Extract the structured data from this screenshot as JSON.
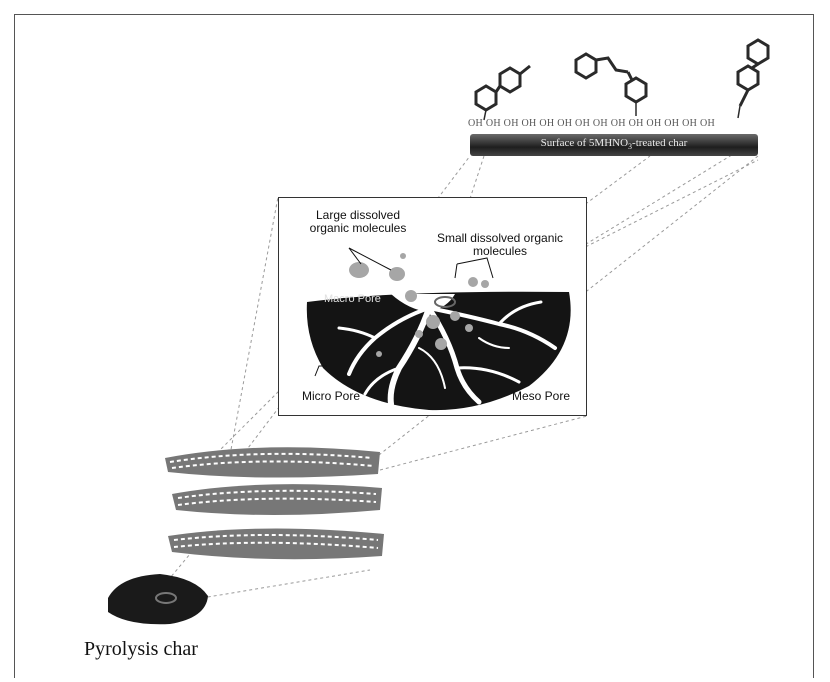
{
  "diagram": {
    "surface_label": "Surface of 5MHNO",
    "surface_subscript": "3",
    "surface_suffix": "-treated char",
    "oh_row": "OH OH OH OH OH OH OH OH OH OH OH OH OH OH",
    "large_molecules": "Large dissolved organic molecules",
    "small_molecules": "Small dissolved organic molecules",
    "macro_pore": "Macro Pore",
    "micro_pore": "Micro Pore",
    "meso_pore": "Meso Pore",
    "pyrolysis_char": "Pyrolysis char"
  },
  "colors": {
    "char_dark": "#141414",
    "pore_white": "#ffffff",
    "molecule_gray": "#a9a9a9",
    "dashed_line": "#999999"
  }
}
